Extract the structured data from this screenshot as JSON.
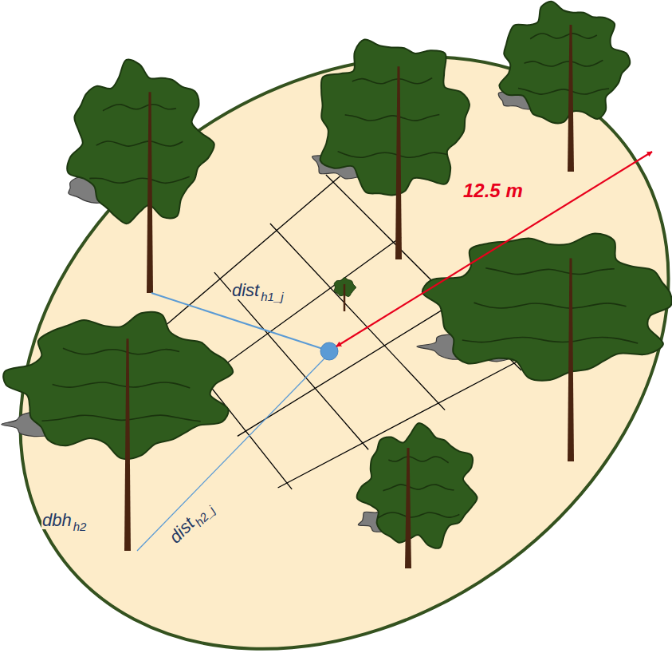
{
  "diagram": {
    "labels": [
      "dist",
      "h1_j",
      "dist",
      "h2_j",
      "dbh",
      "h2",
      "12.5 m"
    ]
  }
}
